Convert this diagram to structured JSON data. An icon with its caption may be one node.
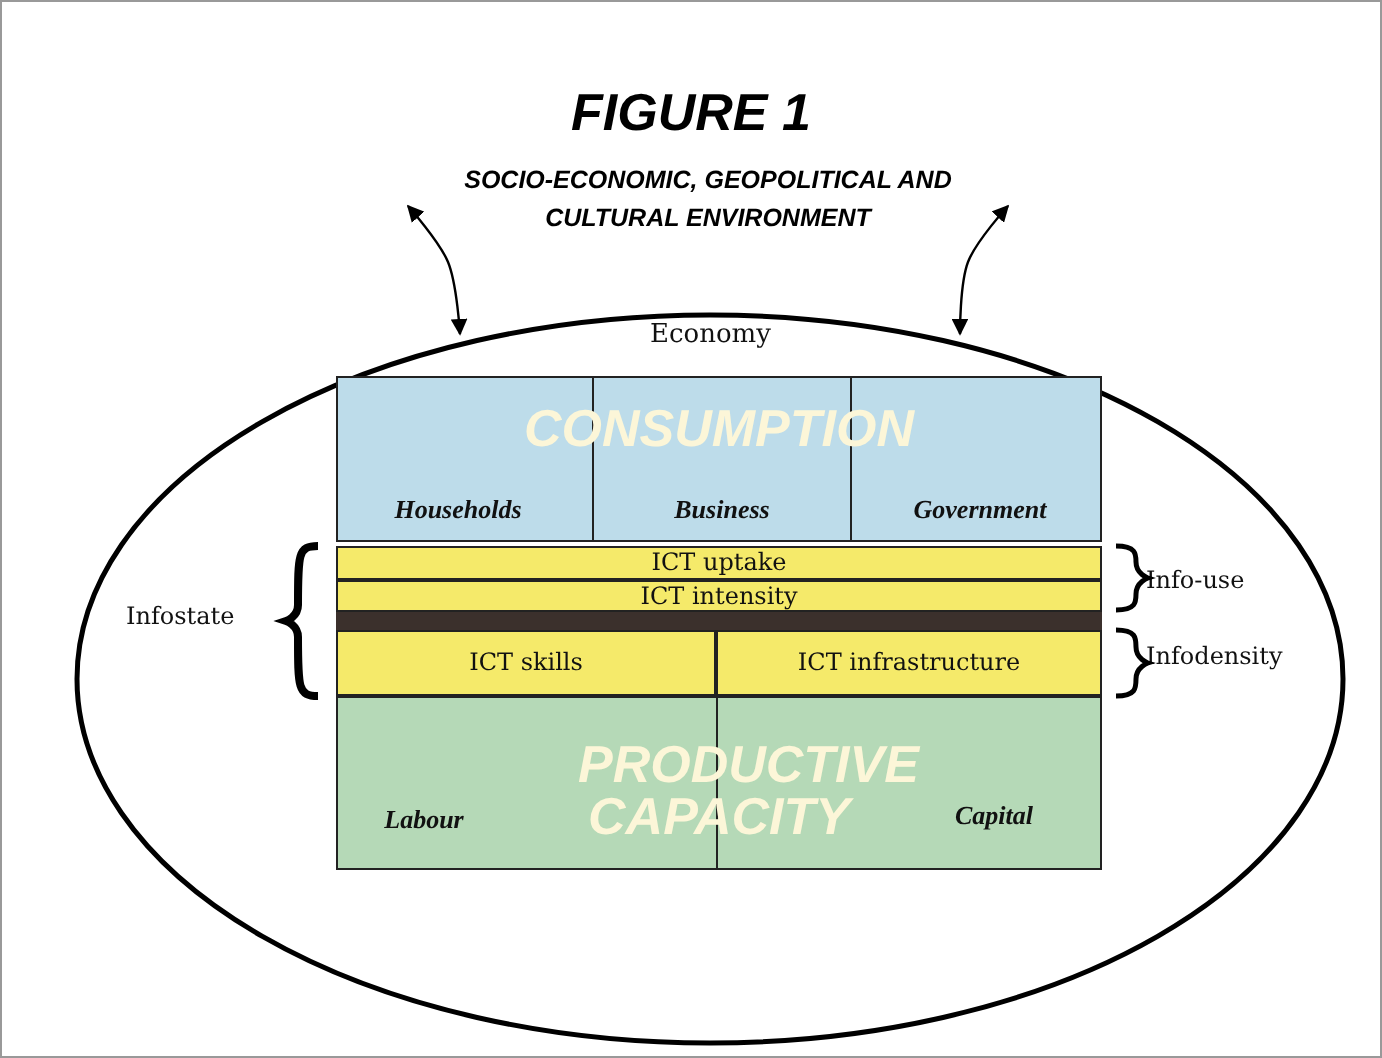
{
  "diagram": {
    "title": "FIGURE 1",
    "nodes": [
      {
        "text": [
          "Economy"
        ]
      },
      {
        "text": [
          "SOCIO-ECONOMIC, GEOPOLITICAL AND CULTURAL ENVIRONMENT"
        ]
      },
      {
        "text": [
          "CONSUMPTION"
        ],
        "in": 0
      },
      {
        "text": [
          "ICT uptake"
        ],
        "in": 0
      },
      {
        "text": [
          "ICT intensity"
        ],
        "in": 0
      },
      {
        "text": [],
        "shape": "bar",
        "in": 0
      },
      {
        "text": [
          "ICT skills"
        ],
        "in": 0
      },
      {
        "text": [
          "ICT infrastructure"
        ],
        "in": 0
      },
      {
        "text": [
          "PRODUCTIVE CAPACITY"
        ],
        "in": 0
      }
    ],
    "edges": [
      {
        "from": 1,
        "to": 0,
        "arrow": "both"
      },
      {
        "from": 1,
        "to": 0,
        "arrow": "both"
      }
    ],
    "labels": [
      "Households",
      "Business",
      "Government",
      "Infostate",
      "Info-use",
      "Infodensity",
      "Labour",
      "Capital"
    ]
  }
}
